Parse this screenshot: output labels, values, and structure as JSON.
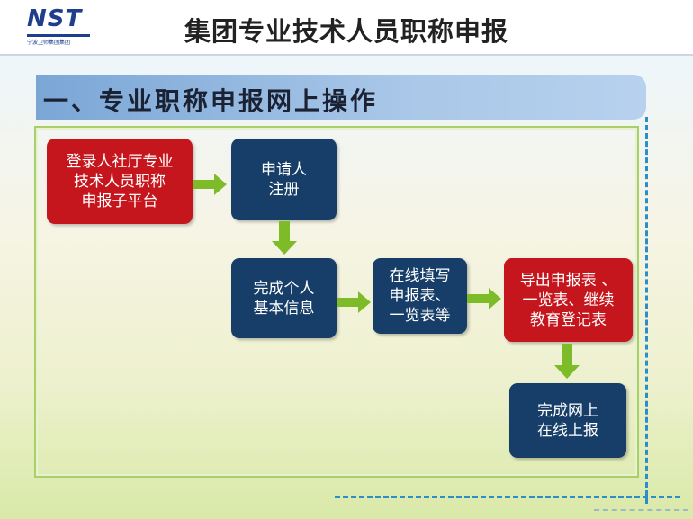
{
  "header": {
    "logo_text": "NST",
    "logo_subtext": "宁波卫师集团集团",
    "title": "集团专业技术人员职称申报"
  },
  "banner": {
    "text": "一、专业职称申报网上操作"
  },
  "steps": {
    "login": "登录人社厅专业\n技术人员职称\n申报子平台",
    "register": "申请人\n注册",
    "complete_info": "完成个人\n基本信息",
    "fill_forms": "在线填写\n申报表、\n一览表等",
    "export": "导出申报表 、\n一览表、继续\n教育登记表",
    "submit": "完成网上\n在线上报"
  },
  "colors": {
    "red_box": "#c6161d",
    "navy_box": "#173e68",
    "arrow": "#7dbb29",
    "frame": "#a9cf6a",
    "banner": "#a9c7e8",
    "dash": "#2a8fc8"
  },
  "icons": {
    "arrow": "green-block-arrow-icon",
    "logo": "nst-logo-icon"
  }
}
